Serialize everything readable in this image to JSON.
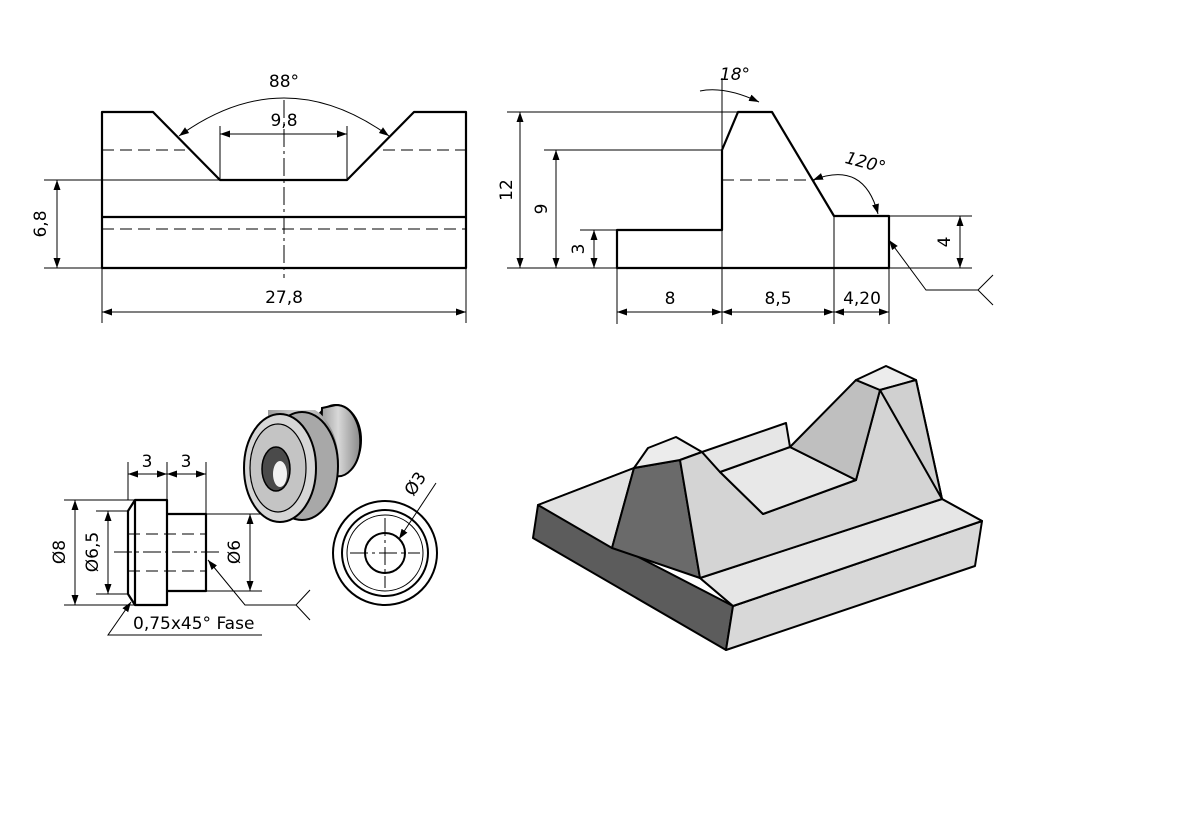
{
  "front_view": {
    "angle_label": "88°",
    "groove_width_label": "9,8",
    "height_label": "6,8",
    "width_label": "27,8"
  },
  "side_view": {
    "top_angle_label": "18°",
    "slope_angle_label": "120°",
    "height_total_label": "12",
    "height_mid_label": "9",
    "height_low_label": "3",
    "height_right_label": "4",
    "width_left_label": "8",
    "width_mid_label": "8,5",
    "width_right_label": "4,20"
  },
  "bushing": {
    "length_1_label": "3",
    "length_2_label": "3",
    "dia_outer_label": "Ø8",
    "dia_chamfer_label": "Ø6,5",
    "dia_shaft_label": "Ø6",
    "dia_bore_label": "Ø3",
    "chamfer_note": "0,75x45° Fase"
  },
  "colors": {
    "line": "#000000",
    "face_top": "#e3e3e3",
    "face_front": "#dcdcdc",
    "face_side": "#707070",
    "face_shadow": "#5a5a5a",
    "bore_dark": "#4a4a4a"
  }
}
